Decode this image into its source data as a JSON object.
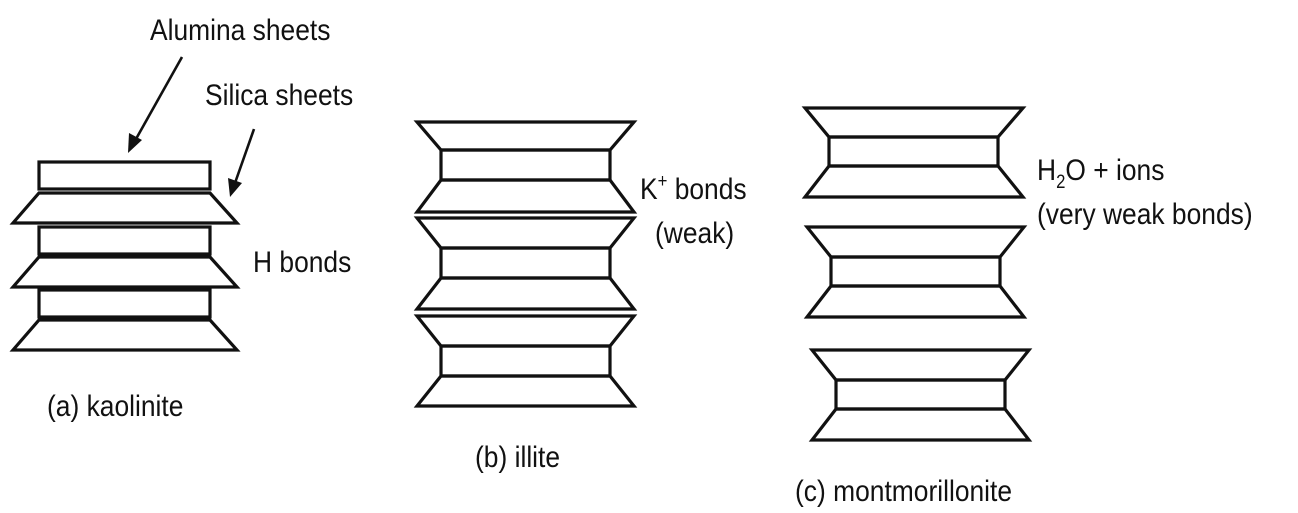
{
  "labels": {
    "alumina": "Alumina sheets",
    "silica": "Silica sheets",
    "h_bonds": "H bonds",
    "k_plus_base": "K",
    "k_plus_sup": "+",
    "k_bonds_word": " bonds",
    "weak": "(weak)",
    "h2o_base": "H",
    "h2o_sub": "2",
    "h2o_rest": "O + ions",
    "very_weak": "(very weak bonds)"
  },
  "captions": {
    "kaolinite": "(a) kaolinite",
    "illite": "(b) illite",
    "montmorillonite": "(c) montmorillonite"
  }
}
